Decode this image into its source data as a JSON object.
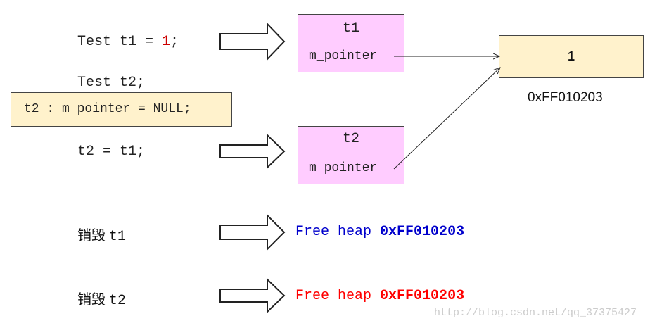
{
  "code": {
    "line1_prefix": "Test t1 = ",
    "line1_value": "1",
    "line1_suffix": ";",
    "line2": "Test t2;",
    "line3": "t2 = t1;",
    "note": "t2 : m_pointer = NULL;"
  },
  "objects": {
    "t1": {
      "name": "t1",
      "member": "m_pointer"
    },
    "t2": {
      "name": "t2",
      "member": "m_pointer"
    }
  },
  "heap": {
    "value": "1",
    "address": "0xFF010203"
  },
  "destroy": [
    {
      "label": "销毁",
      "target": "t1",
      "action": "Free heap",
      "address": "0xFF010203",
      "color": "#0000cc"
    },
    {
      "label": "销毁",
      "target": "t2",
      "action": "Free heap",
      "address": "0xFF010203",
      "color": "#ff0000"
    }
  ],
  "watermark": "http://blog.csdn.net/qq_37375427",
  "colors": {
    "object_fill": "#ffccff",
    "heap_fill": "#fff2cc",
    "note_fill": "#fff2cc",
    "literal": "#cc0000"
  }
}
